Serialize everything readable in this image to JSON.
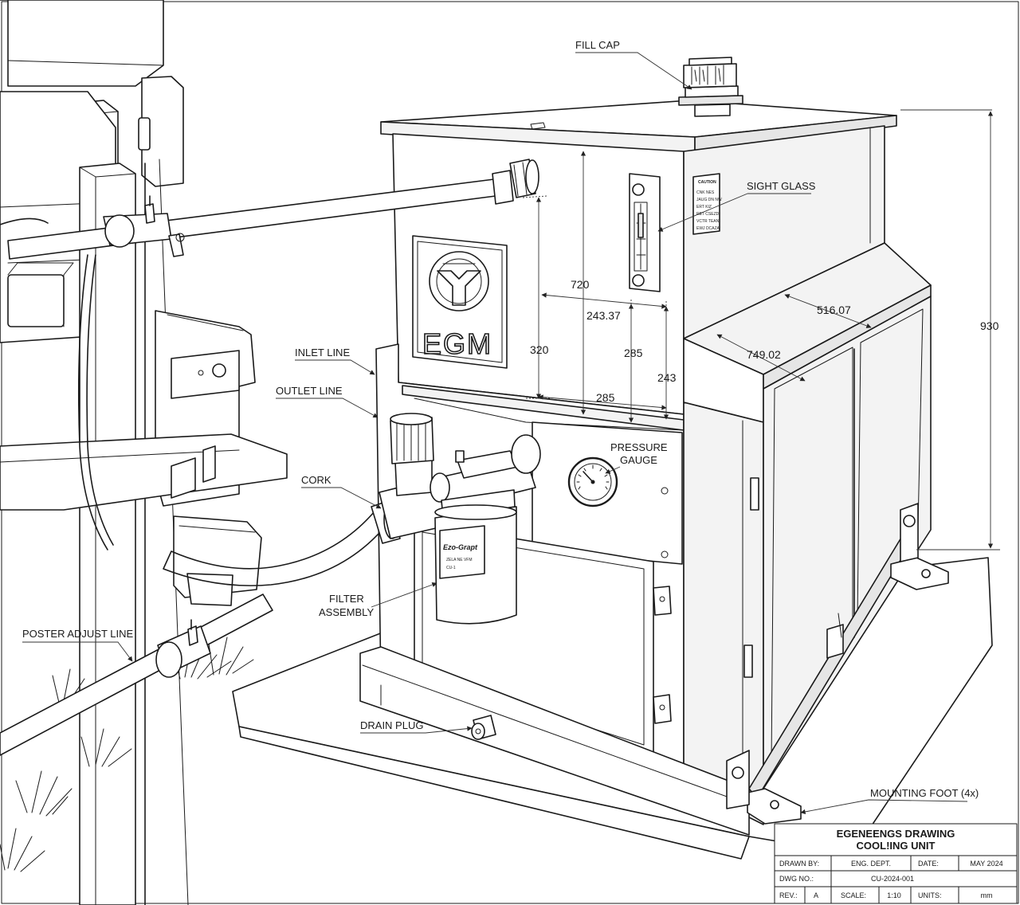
{
  "callouts": {
    "fill_cap": "FILL CAP",
    "sight_glass": "SIGHT GLASS",
    "inlet_line": "INLET LINE",
    "outlet_line": "OUTLET LINE",
    "pressure_gauge_line1": "PRESSURE",
    "pressure_gauge_line2": "GAUGE",
    "cork": "CORK",
    "filter_line1": "FILTER",
    "filter_line2": "ASSEMBLY",
    "poster_adjust_line": "POSTER ADJUST LINE",
    "drain_plug": "DRAIN PLUG",
    "mounting_foot": "MOUNTING FOOT (4x)"
  },
  "dimensions": {
    "d720": "720",
    "d320": "320",
    "d243_37": "243.37",
    "d285_vert": "285",
    "d285_horiz": "285",
    "d243": "243",
    "d516_07": "516.07",
    "d749_02": "749.02",
    "d930": "930"
  },
  "logo": {
    "text": "EGM"
  },
  "filter_label": {
    "brand": "Ezo-Grapt",
    "line2": "ZELA NE VFM",
    "line3": "CU-1"
  },
  "warning_plate": {
    "title": "CAUTION",
    "line1": "CNK NES",
    "line2": "JAUG DN NW",
    "line3": "ERT KIZ",
    "line4": "RET CSEZD",
    "line5": "VCTR TEAN",
    "line6": "EWJ DCAZA"
  },
  "title_block": {
    "title_line1": "EGENEENGS DRAWING",
    "title_line2": "COOL!ING UNIT",
    "drawn_by_label": "DRAWN BY:",
    "drawn_by_value": "ENG. DEPT.",
    "date_label": "DATE:",
    "date_value": "MAY 2024",
    "dwg_no_label": "DWG NO.:",
    "dwg_no_value": "CU-2024-001",
    "rev_label": "REV.:",
    "rev_value": "A",
    "scale_label": "SCALE:",
    "scale_value": "1:10",
    "units_label": "UNITS:",
    "units_value": "mm"
  }
}
